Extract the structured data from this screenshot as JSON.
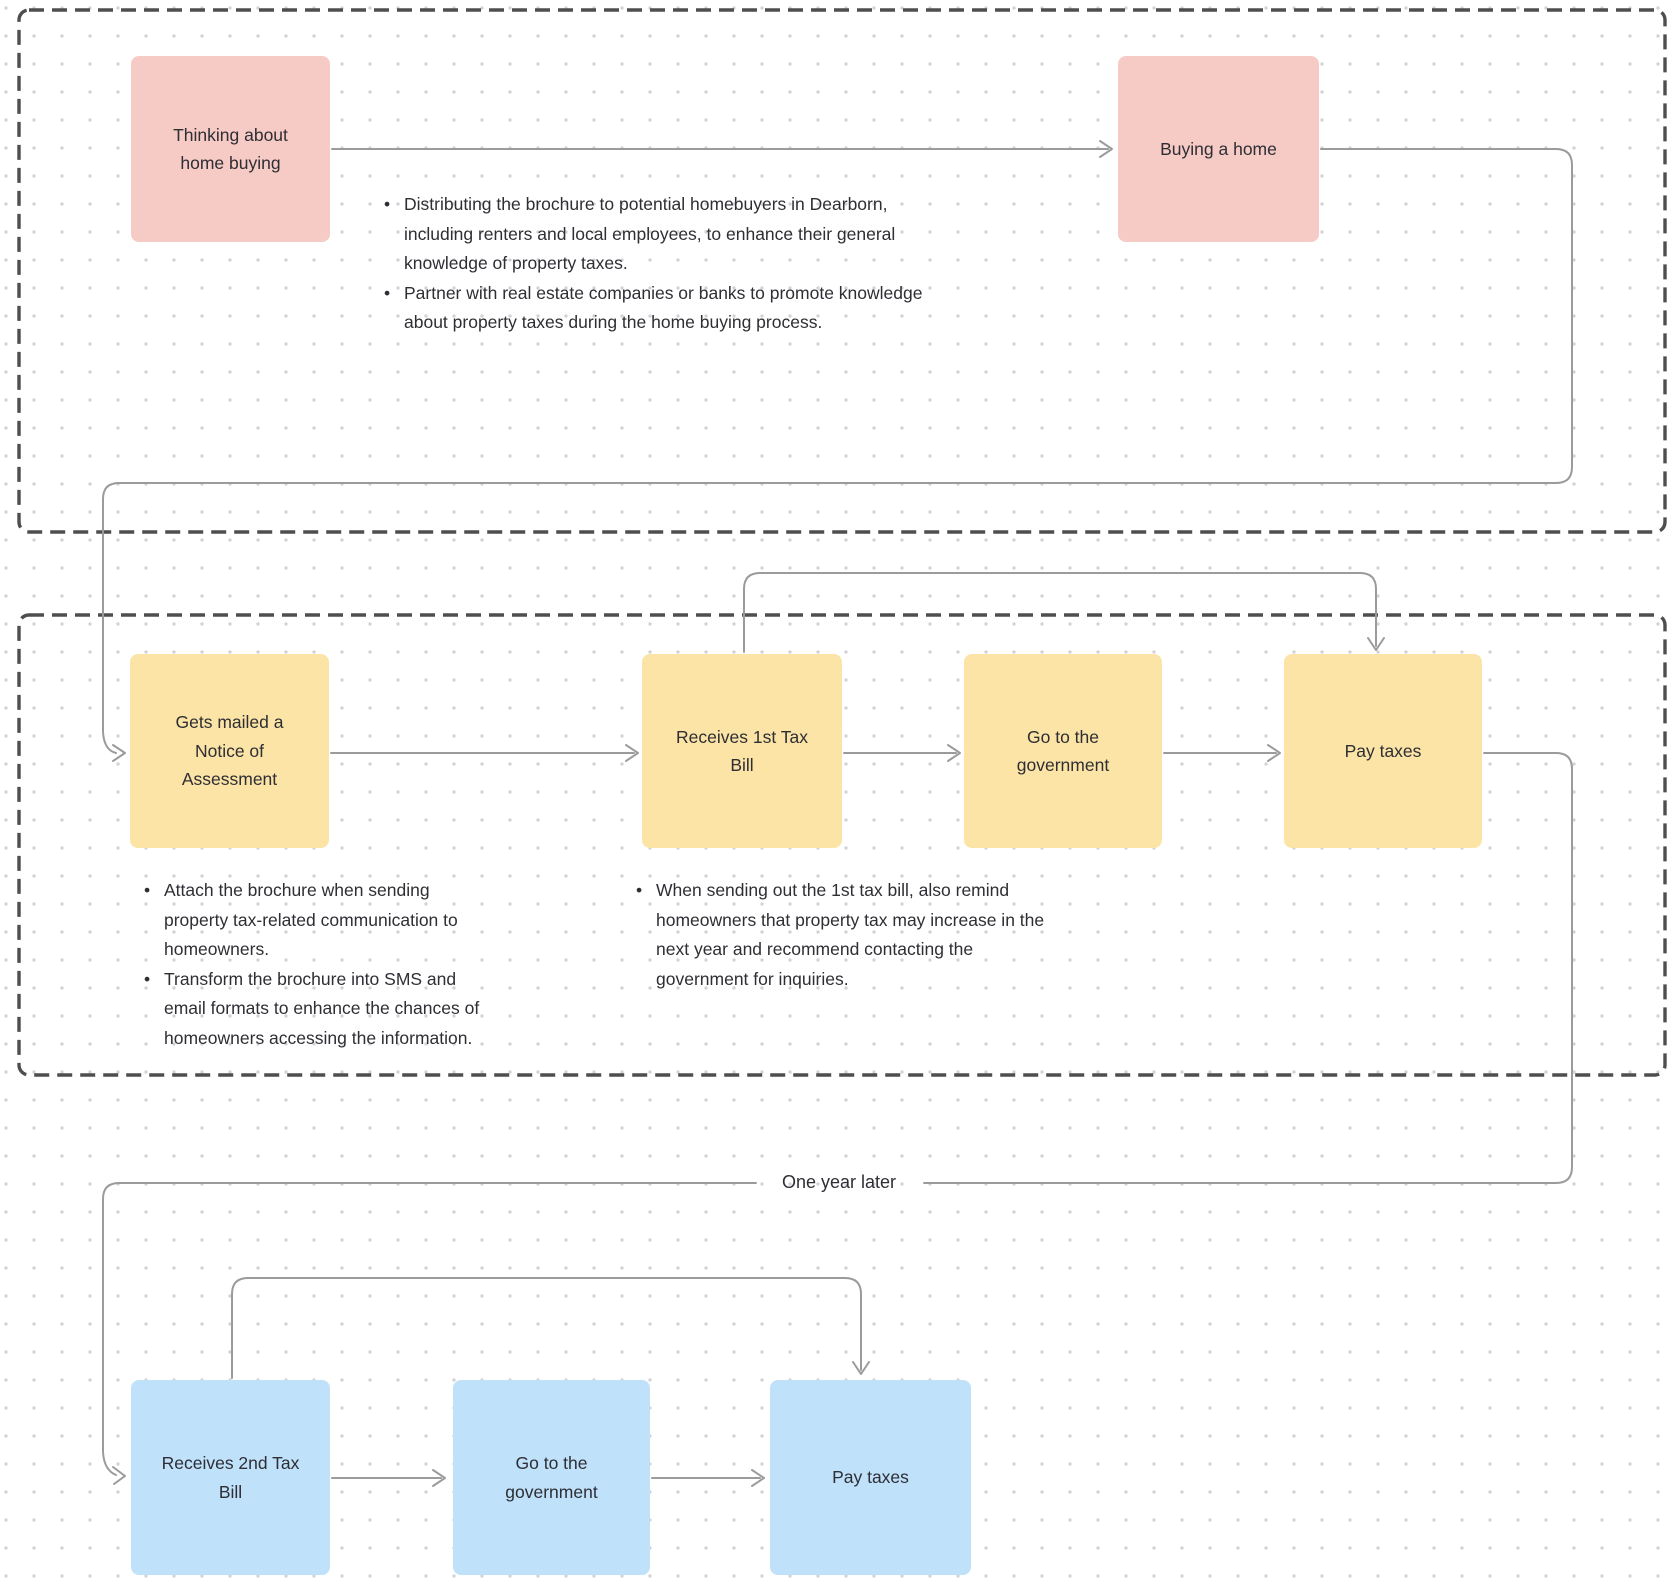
{
  "canvas": {
    "background": "#ffffff",
    "dot_color": "#d2d2d8",
    "connector_color": "#9b9b9b",
    "dashed_border_color": "#4e4e4e",
    "text_color": "#2e2e34"
  },
  "colors": {
    "pink_node": "#f6cac5",
    "yellow_node": "#fbe4a6",
    "blue_node": "#bfe1fa"
  },
  "sections": [
    {
      "name": "home-buying-stage",
      "nodes": [
        {
          "label": "Thinking about home buying",
          "color": "#f6cac5"
        },
        {
          "label": "Buying a home",
          "color": "#f6cac5"
        }
      ],
      "bullets": [
        "Distributing the brochure to potential homebuyers in Dearborn, including renters and local employees, to enhance their general knowledge of property taxes.",
        "Partner with real estate companies or banks to promote knowledge about property taxes during the home buying process."
      ]
    },
    {
      "name": "first-tax-year-stage",
      "nodes": [
        {
          "label": "Gets mailed a Notice of Assessment",
          "color": "#fbe4a6"
        },
        {
          "label": "Receives 1st Tax Bill",
          "color": "#fbe4a6"
        },
        {
          "label": "Go to the government",
          "color": "#fbe4a6"
        },
        {
          "label": "Pay taxes",
          "color": "#fbe4a6"
        }
      ],
      "bullets_left": [
        "Attach the brochure when sending property tax-related communication to homeowners.",
        "Transform the brochure into SMS and email formats to enhance the chances of homeowners accessing the information."
      ],
      "bullets_right": [
        "When sending out the 1st tax bill, also remind homeowners that property tax may increase in the next year and recommend contacting the government for inquiries."
      ]
    },
    {
      "name": "second-tax-year-stage",
      "connector_label": "One year later",
      "nodes": [
        {
          "label": "Receives 2nd Tax Bill",
          "color": "#bfe1fa"
        },
        {
          "label": "Go to the government",
          "color": "#bfe1fa"
        },
        {
          "label": "Pay taxes",
          "color": "#bfe1fa"
        }
      ]
    }
  ]
}
